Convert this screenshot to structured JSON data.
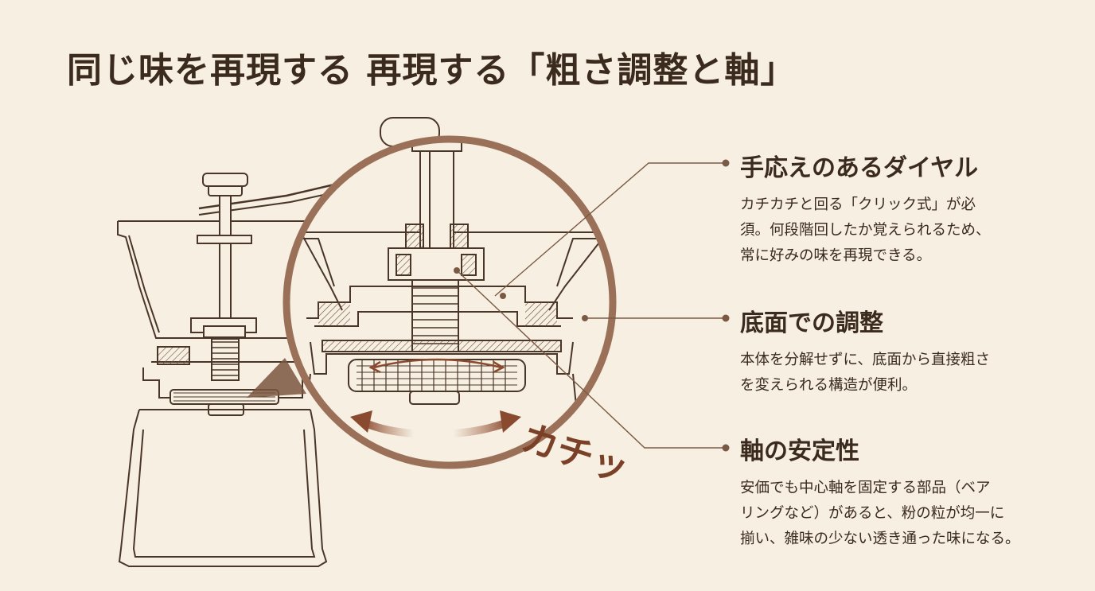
{
  "header": {
    "title": "同じ味を再現する  再現する「粗さ調整と軸」"
  },
  "diagram": {
    "click_sound": "カチッ"
  },
  "callouts": [
    {
      "heading": "手応えのあるダイヤル",
      "body": "カチカチと回る「クリック式」が必\n須。何段階回したか覚えられるため、\n常に好みの味を再現できる。"
    },
    {
      "heading": "底面での調整",
      "body": "本体を分解せずに、底面から直接粗さ\nを変えられる構造が便利。"
    },
    {
      "heading": "軸の安定性",
      "body": "安価でも中心軸を固定する部品（ベア\nリングなど）があると、粉の粒が均一に\n揃い、雑味の少ない透き通った味になる。"
    }
  ],
  "colors": {
    "background": "#f6efe2",
    "line": "#4a3628",
    "accent": "#8a5a3c",
    "lens": "#9a7158"
  }
}
